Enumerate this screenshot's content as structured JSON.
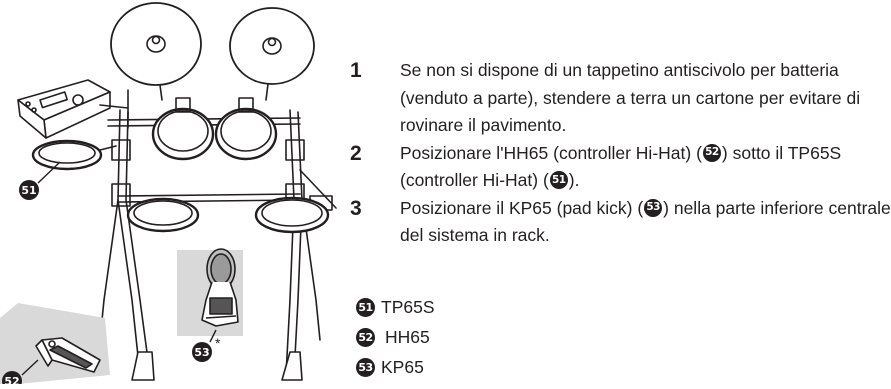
{
  "steps": [
    {
      "number": "1",
      "text": "Se non si dispone di un tappetino antiscivolo per batteria (venduto a parte), stendere a terra un cartone per evitare di rovinare il pavimento."
    },
    {
      "number": "2",
      "text_a": "Posizionare l'HH65 (controller Hi-Hat) (",
      "badge_a": "52",
      "text_b": ") sotto il TP65S (controller Hi-Hat) (",
      "badge_b": "51",
      "text_c": ")."
    },
    {
      "number": "3",
      "text_a": "Posizionare il KP65 (pad kick) (",
      "badge_a": "53",
      "text_b": ") nella parte inferiore centrale del sistema in rack."
    }
  ],
  "parts": [
    {
      "badge": "51",
      "name": "TP65S"
    },
    {
      "badge": "52",
      "name": "HH65"
    },
    {
      "badge": "53",
      "name": "KP65"
    }
  ],
  "illustration": {
    "callouts": {
      "tp65s": "51",
      "hh65": "52",
      "kp65": "53"
    },
    "asterisk": "*",
    "icons": [
      "drum-kit-rack",
      "cymbal",
      "drum-module",
      "drum-pad",
      "hi-hat-pedal",
      "kick-pad"
    ]
  }
}
